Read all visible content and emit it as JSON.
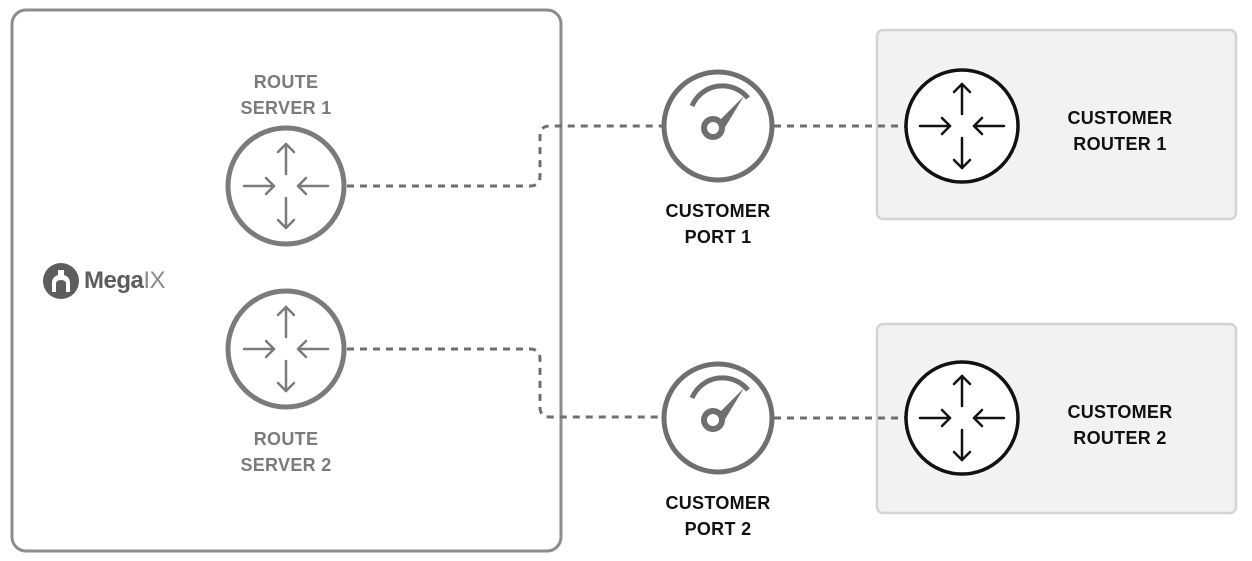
{
  "colors": {
    "dark": "#111111",
    "gray": "#7b7b7b",
    "panel_border": "#8c8c8c",
    "box_fill": "#f2f2f2",
    "box_border": "#d4d4d4",
    "line": "#6f6f6f"
  },
  "megaix_panel": {
    "logo": {
      "name_bold": "Mega",
      "name_light": "IX",
      "icon": "megaport-logo-icon"
    },
    "route_servers": [
      {
        "line1": "ROUTE",
        "line2": "SERVER 1",
        "icon": "router-icon"
      },
      {
        "line1": "ROUTE",
        "line2": "SERVER 2",
        "icon": "router-icon"
      }
    ]
  },
  "customer_ports": [
    {
      "line1": "CUSTOMER",
      "line2": "PORT 1",
      "icon": "speedometer-icon"
    },
    {
      "line1": "CUSTOMER",
      "line2": "PORT 2",
      "icon": "speedometer-icon"
    }
  ],
  "customer_routers": [
    {
      "line1": "CUSTOMER",
      "line2": "ROUTER 1",
      "icon": "router-icon"
    },
    {
      "line1": "CUSTOMER",
      "line2": "ROUTER 2",
      "icon": "router-icon"
    }
  ]
}
